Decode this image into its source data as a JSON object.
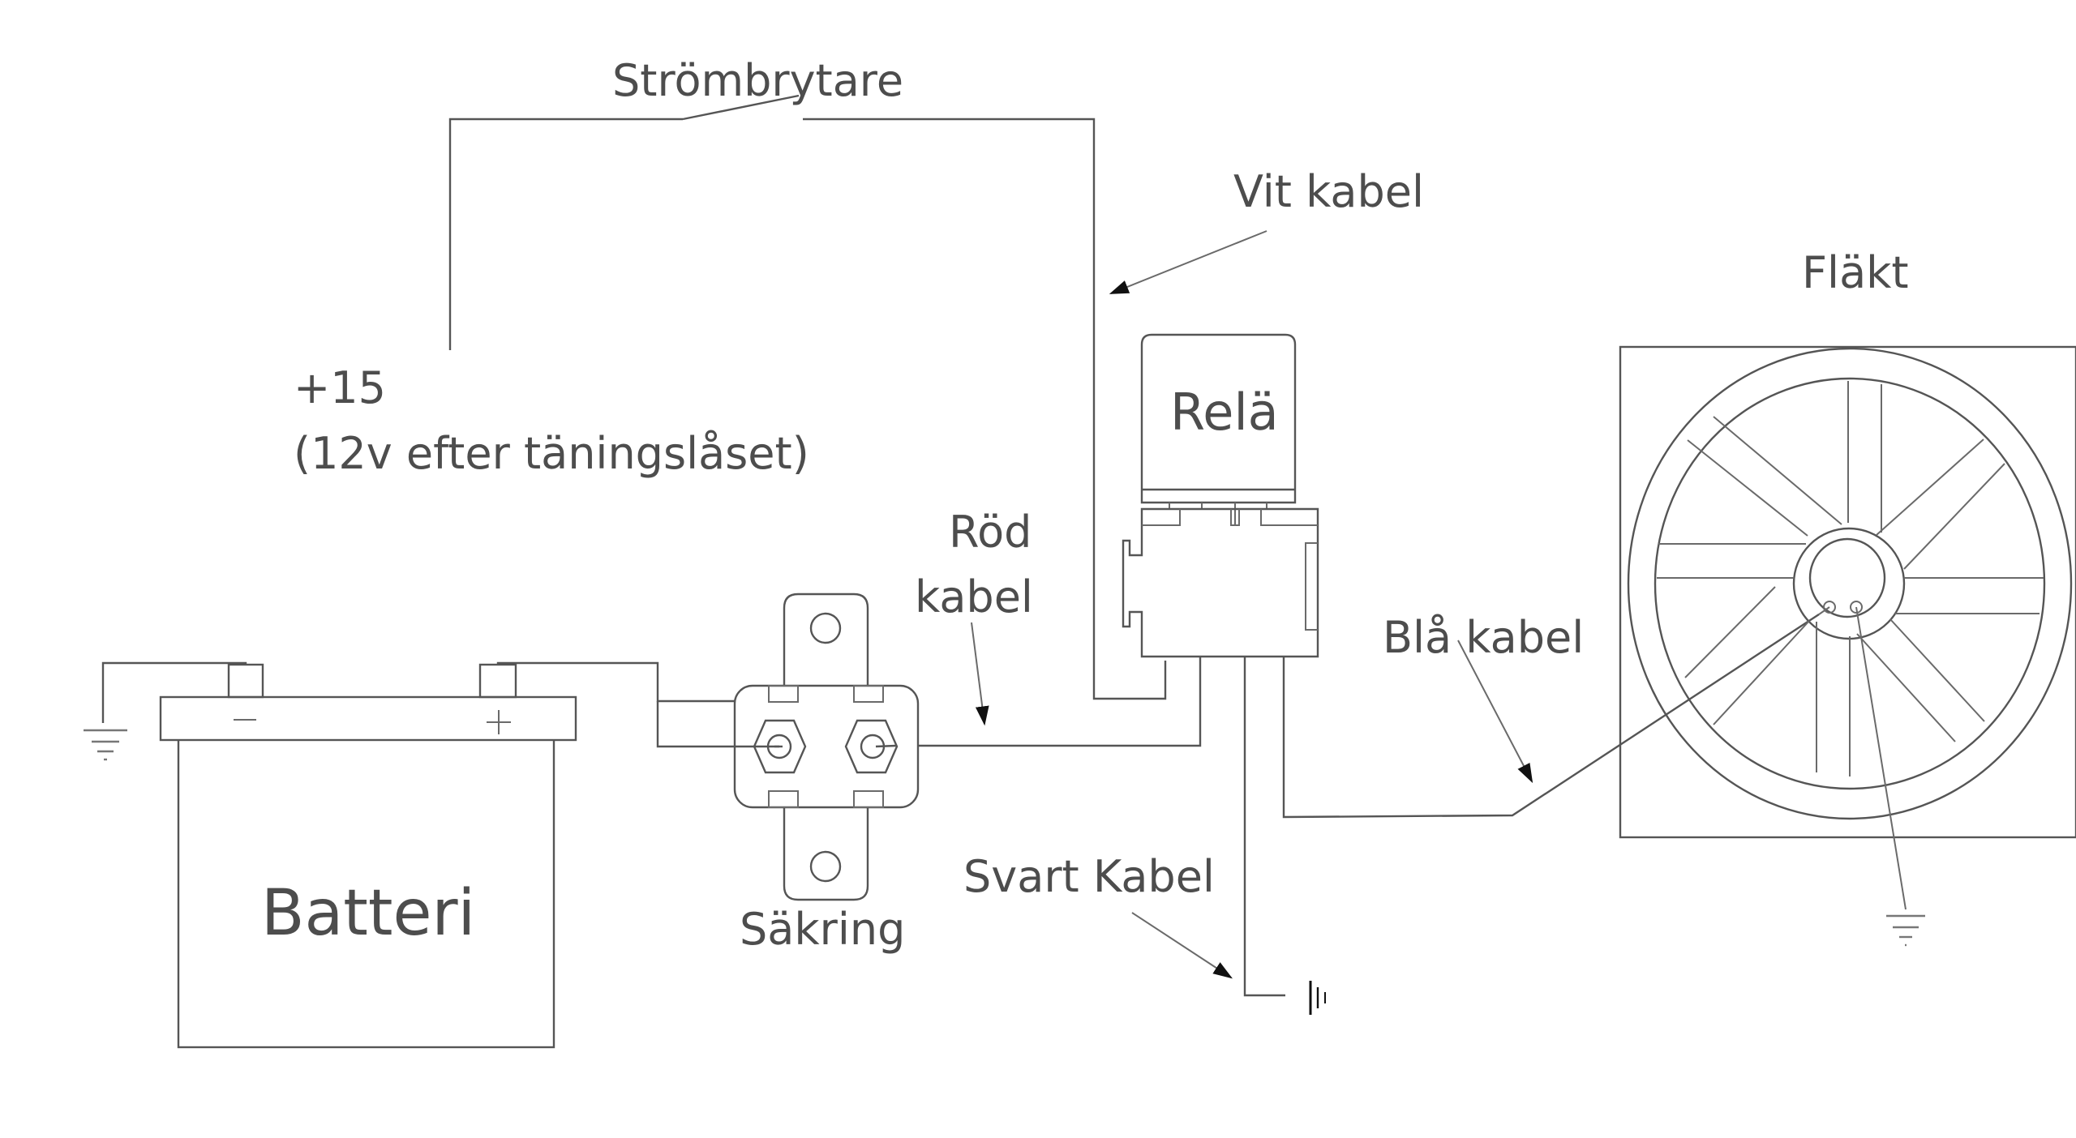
{
  "title": "Kopplingsschema fläktrelä",
  "labels": {
    "switch": "Strömbrytare",
    "ignition_line1": "+15",
    "ignition_line2": "(12v efter täningslåset)",
    "white_cable": "Vit kabel",
    "relay": "Relä",
    "fan": "Fläkt",
    "red_cable_line1": "Röd",
    "red_cable_line2": "kabel",
    "blue_cable": "Blå kabel",
    "battery": "Batteri",
    "battery_minus": "−",
    "battery_plus": "+",
    "fuse": "Säkring",
    "black_cable": "Svart Kabel"
  },
  "components": [
    {
      "id": "battery",
      "name": "Batteri"
    },
    {
      "id": "fuse",
      "name": "Säkring"
    },
    {
      "id": "relay",
      "name": "Relä"
    },
    {
      "id": "switch",
      "name": "Strömbrytare"
    },
    {
      "id": "fan",
      "name": "Fläkt"
    }
  ],
  "colors": {
    "line": "#555555",
    "text": "#4d4d4d",
    "background": "#ffffff"
  }
}
